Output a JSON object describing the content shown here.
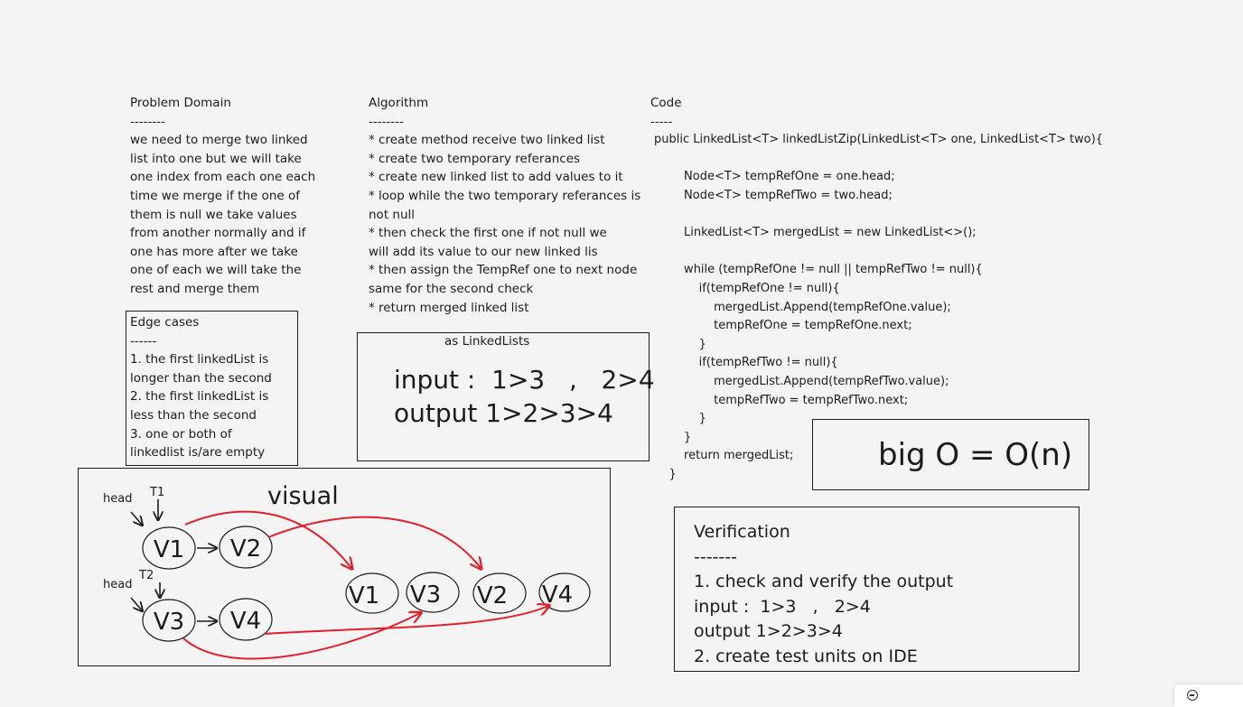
{
  "problem": {
    "heading": "Problem Domain",
    "divider": "--------",
    "lines": [
      "we need to merge two linked",
      "list into one but we will take",
      "one index from each one each",
      "time we merge if the one of",
      "them is null we take values",
      "from another normally and if",
      "one has more after we take",
      "one of each we will take the",
      "rest and merge them"
    ]
  },
  "algorithm": {
    "heading": "Algorithm",
    "divider": "--------",
    "lines": [
      "* create method receive two linked list",
      "* create two temporary referances",
      "* create new linked list to add values to it",
      "* loop while the two temporary referances is",
      "not null",
      "* then check the first one if not null we",
      "will add its value to our new linked lis",
      "* then assign the TempRef one to next node",
      "same for the second check",
      "* return merged linked list"
    ]
  },
  "code": {
    "heading": "Code",
    "divider": "-----",
    "lines": [
      "public LinkedList<T> linkedListZip(LinkedList<T> one, LinkedList<T> two){",
      "",
      "        Node<T> tempRefOne = one.head;",
      "        Node<T> tempRefTwo = two.head;",
      "",
      "        LinkedList<T> mergedList = new LinkedList<>();",
      "",
      "        while (tempRefOne != null || tempRefTwo != null){",
      "            if(tempRefOne != null){",
      "                mergedList.Append(tempRefOne.value);",
      "                tempRefOne = tempRefOne.next;",
      "            }",
      "            if(tempRefTwo != null){",
      "                mergedList.Append(tempRefTwo.value);",
      "                tempRefTwo = tempRefTwo.next;",
      "            }",
      "        }",
      "        return mergedList;",
      "    }"
    ]
  },
  "edge_cases": {
    "heading": "Edge cases",
    "divider": "------",
    "lines": [
      "1. the first linkedList is",
      "longer than the second",
      "2. the first linkedList is",
      "less than the second",
      "3. one or both of",
      "linkedlist is/are empty"
    ]
  },
  "examples": {
    "caption": "as LinkedLists",
    "input_line": "input :  1>3   ,   2>4",
    "output_line": "output 1>2>3>4"
  },
  "big_o": {
    "label": "big O = O(n)"
  },
  "visual": {
    "title": "visual",
    "head_label_1": "head",
    "head_label_2": "head",
    "pointer_1": "T1",
    "pointer_2": "T2",
    "list_one": [
      "V1",
      "V2"
    ],
    "list_two": [
      "V3",
      "V4"
    ],
    "merged": [
      "V1",
      "V3",
      "V2",
      "V4"
    ],
    "arrow_color": "#e0202a"
  },
  "verification": {
    "heading": "Verification",
    "divider": "-------",
    "lines": [
      "1. check and verify the output",
      "input :  1>3   ,   2>4",
      "output 1>2>3>4",
      "2. create test units on IDE"
    ]
  },
  "zoom_control": {
    "icon": "zoom-out-icon"
  }
}
